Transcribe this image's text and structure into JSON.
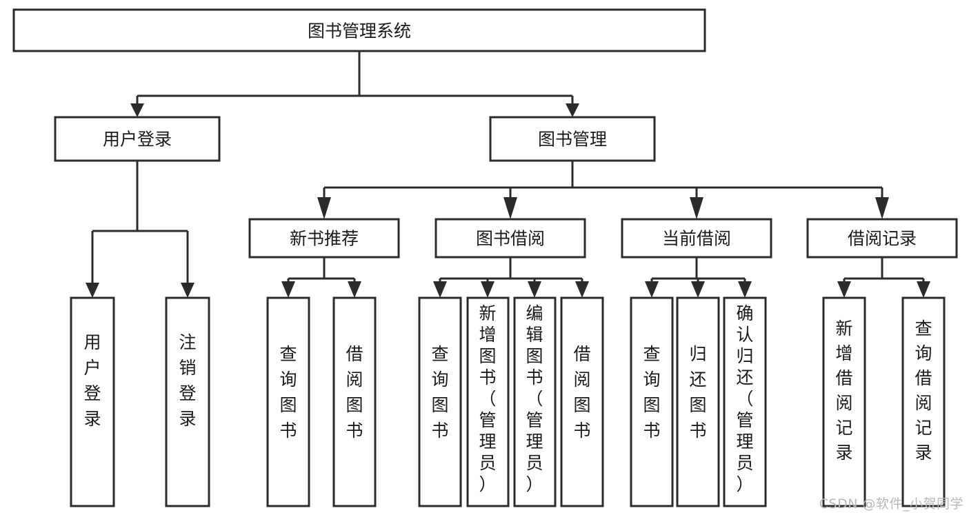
{
  "diagram": {
    "type": "tree-hierarchy-chart",
    "title": "图书管理系统",
    "orientation": "top-down",
    "colors": {
      "box_fill": "#ffffff",
      "box_stroke": "#2b2b2b",
      "connector": "#2b2b2b",
      "text": "#1a1a1a",
      "background": "#ffffff",
      "watermark": "#b9b9b9"
    },
    "root": {
      "id": "root",
      "label": "图书管理系统",
      "text_orientation": "horizontal"
    },
    "level2": [
      {
        "id": "user-login",
        "label": "用户登录",
        "text_orientation": "horizontal"
      },
      {
        "id": "book-management",
        "label": "图书管理",
        "text_orientation": "horizontal"
      }
    ],
    "level3": [
      {
        "id": "new-book-recommend",
        "label": "新书推荐",
        "parent": "book-management",
        "text_orientation": "horizontal"
      },
      {
        "id": "book-borrow",
        "label": "图书借阅",
        "parent": "book-management",
        "text_orientation": "horizontal"
      },
      {
        "id": "current-borrow",
        "label": "当前借阅",
        "parent": "book-management",
        "text_orientation": "horizontal"
      },
      {
        "id": "borrow-record",
        "label": "借阅记录",
        "parent": "book-management",
        "text_orientation": "horizontal"
      }
    ],
    "leaves": [
      {
        "id": "leaf-user-login",
        "label": "用户登录",
        "parent": "user-login",
        "text_orientation": "vertical"
      },
      {
        "id": "leaf-logout",
        "label": "注销登录",
        "parent": "user-login",
        "text_orientation": "vertical"
      },
      {
        "id": "leaf-query-book-rec",
        "label": "查询图书",
        "parent": "new-book-recommend",
        "text_orientation": "vertical"
      },
      {
        "id": "leaf-borrow-book-rec",
        "label": "借阅图书",
        "parent": "new-book-recommend",
        "text_orientation": "vertical"
      },
      {
        "id": "leaf-query-book-borrow",
        "label": "查询图书",
        "parent": "book-borrow",
        "text_orientation": "vertical"
      },
      {
        "id": "leaf-add-book",
        "label": "新增图书（管理员）",
        "parent": "book-borrow",
        "text_orientation": "vertical"
      },
      {
        "id": "leaf-edit-book",
        "label": "编辑图书（管理员）",
        "parent": "book-borrow",
        "text_orientation": "vertical"
      },
      {
        "id": "leaf-borrow-book",
        "label": "借阅图书",
        "parent": "book-borrow",
        "text_orientation": "vertical"
      },
      {
        "id": "leaf-query-book-current",
        "label": "查询图书",
        "parent": "current-borrow",
        "text_orientation": "vertical"
      },
      {
        "id": "leaf-return-book",
        "label": "归还图书",
        "parent": "current-borrow",
        "text_orientation": "vertical"
      },
      {
        "id": "leaf-confirm-return",
        "label": "确认归还（管理员）",
        "parent": "current-borrow",
        "text_orientation": "vertical"
      },
      {
        "id": "leaf-add-borrow-record",
        "label": "新增借阅记录",
        "parent": "borrow-record",
        "text_orientation": "vertical"
      },
      {
        "id": "leaf-query-borrow-record",
        "label": "查询借阅记录",
        "parent": "borrow-record",
        "text_orientation": "vertical"
      }
    ]
  },
  "watermark": {
    "text": "CSDN @软件_小贺同学"
  }
}
